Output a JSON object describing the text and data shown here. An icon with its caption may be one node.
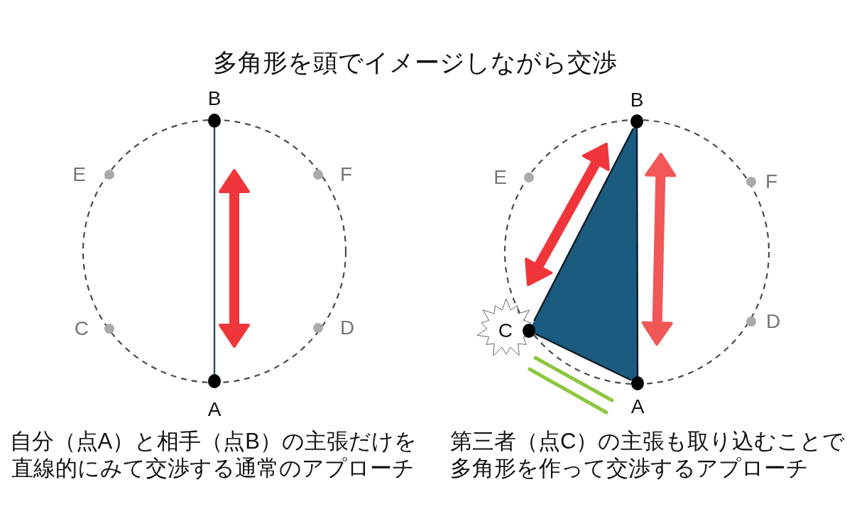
{
  "diagram": {
    "title": "多角形を頭でイメージしながら交渉",
    "nodes": [
      {
        "text": [
          "B"
        ]
      },
      {
        "text": [
          "E"
        ]
      },
      {
        "text": [
          "F"
        ]
      },
      {
        "text": [
          "C"
        ]
      },
      {
        "text": [
          "D"
        ]
      },
      {
        "text": [
          "A"
        ]
      },
      {
        "text": [
          "B"
        ]
      },
      {
        "text": [
          "E"
        ]
      },
      {
        "text": [
          "F"
        ]
      },
      {
        "text": [
          "C"
        ]
      },
      {
        "text": [
          "D"
        ]
      },
      {
        "text": [
          "A"
        ]
      }
    ],
    "edges": [
      {
        "from": 0,
        "to": 5,
        "arrow": "none",
        "color": "#2e4d57"
      },
      {
        "from": 6,
        "to": 11,
        "arrow": "none"
      },
      {
        "from": 9,
        "to": 6,
        "arrow": "none"
      },
      {
        "from": 9,
        "to": 11,
        "arrow": "none"
      }
    ],
    "labels": [
      "自分（点A）と相手（点B）の主張だけを直線的にみて交渉する通常のアプローチ",
      "第三者（点C）の主張も取り込むことで多角形を作って交渉するアプローチ"
    ]
  }
}
